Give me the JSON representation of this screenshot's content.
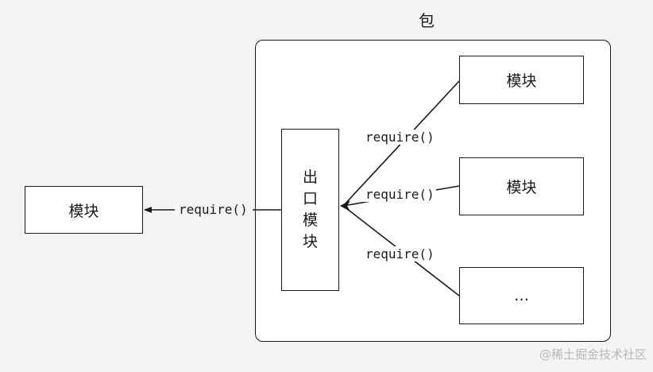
{
  "package_label": "包",
  "exit_module_chars": [
    "出",
    "口",
    "模",
    "块"
  ],
  "left_module": "模块",
  "right_modules": [
    "模块",
    "模块",
    "…"
  ],
  "require_labels": {
    "left": "require()",
    "top": "require()",
    "middle": "require()",
    "bottom": "require()"
  },
  "watermark": "@稀土掘金技术社区"
}
